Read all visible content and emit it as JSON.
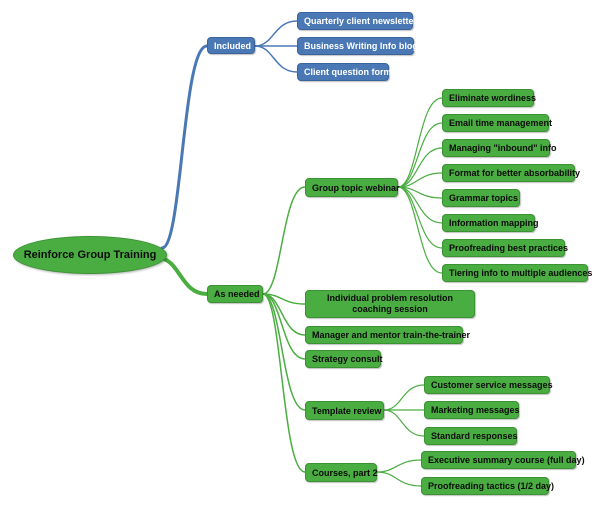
{
  "colors": {
    "blue_branch": "#4a78b5",
    "green_branch": "#4aad41"
  },
  "root": {
    "label": "Reinforce Group Training"
  },
  "included": {
    "label": "Included",
    "children": [
      "Quarterly client newsletter",
      "Business Writing Info blog",
      "Client question form"
    ]
  },
  "as_needed": {
    "label": "As needed",
    "webinar": {
      "label": "Group topic webinar",
      "children": [
        "Eliminate wordiness",
        "Email time management",
        "Managing \"inbound\" info",
        "Format for better absorbability",
        "Grammar topics",
        "Information mapping",
        "Proofreading best practices",
        "Tiering info to multiple audiences"
      ]
    },
    "coaching": "Individual problem resolution coaching session",
    "train_the_trainer": "Manager and mentor train-the-trainer",
    "strategy": "Strategy consult",
    "template": {
      "label": "Template review",
      "children": [
        "Customer service messages",
        "Marketing messages",
        "Standard responses"
      ]
    },
    "courses": {
      "label": "Courses, part 2",
      "children": [
        "Executive summary course (full day)",
        "Proofreading tactics (1/2 day)"
      ]
    }
  }
}
